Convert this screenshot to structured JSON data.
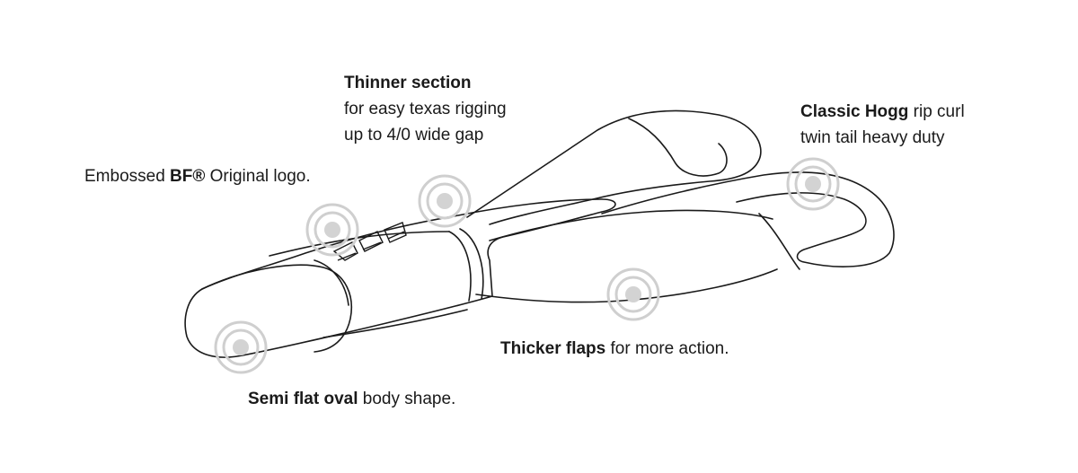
{
  "callouts": {
    "thinner": {
      "bold": "Thinner section",
      "line2": "for easy texas rigging",
      "line3": "up to 4/0 wide gap"
    },
    "hogg": {
      "bold": "Classic Hogg",
      "rest": " rip curl",
      "line2": "twin tail heavy duty"
    },
    "logo": {
      "pre": "Embossed ",
      "bold": "BF®",
      "rest": " Original logo."
    },
    "flaps": {
      "bold": "Thicker flaps",
      "rest": " for more action."
    },
    "body": {
      "bold": "Semi flat oval",
      "rest": " body shape."
    }
  },
  "colors": {
    "outline": "#1a1a1a",
    "marker_ring": "#c8c8c8",
    "marker_dot": "#d3d3d3",
    "text": "#1a1a1a"
  },
  "icons": [
    "hotspot-marker-icon",
    "bf-logo-emboss-icon"
  ]
}
